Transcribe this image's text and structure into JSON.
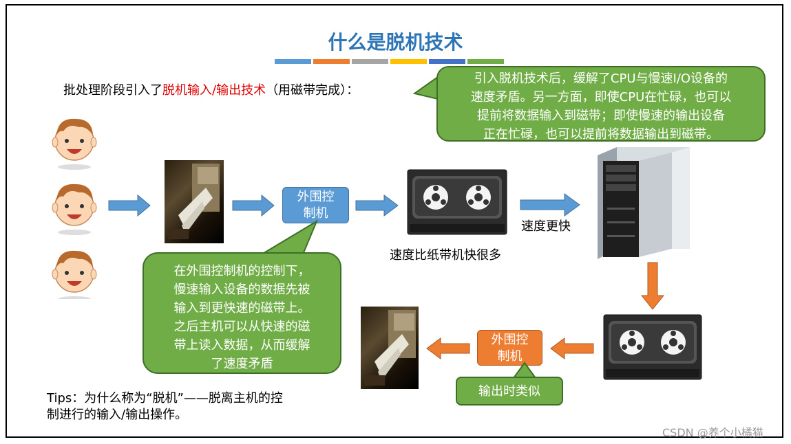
{
  "title": "什么是脱机技术",
  "stripes": [
    "#5b9bd5",
    "#ed7d31",
    "#a5a5a5",
    "#ffc000",
    "#4472c4",
    "#70ad47"
  ],
  "intro": {
    "prefix": "批处理阶段引入了",
    "highlight": "脱机输入/输出技术",
    "suffix": "（用磁带完成）："
  },
  "callout_top": {
    "lines": [
      "引入脱机技术后，缓解了CPU与慢速I/O设备的",
      "速度矛盾。另一方面，即使CPU在忙碌，也可以",
      "提前将数据输入到磁带；即使慢速的输出设备",
      "正在忙碌，也可以提前将数据输出到磁带。"
    ]
  },
  "peripheral_controller_input": [
    "外围控",
    "制机"
  ],
  "tape_speed_label": "速度比纸带机快很多",
  "faster_label": "速度更快",
  "callout_left": {
    "lines": [
      "在外围控制机的控制下，",
      "慢速输入设备的数据先被",
      "输入到更快速的磁带上。",
      "之后主机可以从快速的磁",
      "带上读入数据，从而缓解",
      "了速度矛盾"
    ]
  },
  "peripheral_controller_output": [
    "外围控",
    "制机"
  ],
  "output_similar": "输出时类似",
  "tips": {
    "line1": "Tips：为什么称为“脱机”——脱离主机的控",
    "line2": "制进行的输入/输出操作。"
  },
  "watermark": "CSDN @养个小橘猫",
  "colors": {
    "title": "#2e75b6",
    "highlight": "#e00000",
    "callout": "#70ad47",
    "arrow_blue": "#5b9bd5",
    "arrow_orange": "#ed7d31"
  },
  "icons": [
    "face-icon",
    "paper-tape-reader-icon",
    "tape-drive-icon",
    "computer-tower-icon"
  ]
}
